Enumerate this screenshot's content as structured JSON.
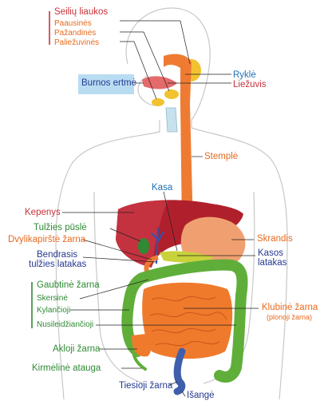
{
  "labels": {
    "seiliu_liaukos": "Seilių liaukos",
    "paausines": "Paausinės",
    "pazandines": "Pažandinės",
    "paliezuvines": "Paliežuvinės",
    "burnos_ertme": "Burnos ertmė",
    "rykle": "Ryklė",
    "liezuvis": "Liežuvis",
    "stemple": "Stemplė",
    "kasa": "Kasa",
    "kepenys": "Kepenys",
    "skrandis": "Skrandis",
    "tulzies_puslė": "Tulžies pūslė",
    "dvylikapirste": "Dvylikapirštė žarna",
    "bendrasis_1": "Bendrasis",
    "bendrasis_2": "tulžies latakas",
    "kasos_1": "Kasos",
    "kasos_2": "latakas",
    "gaubtine": "Gaubtinė žarna",
    "skersine": "Skersinė",
    "kylancioji": "Kylančioji",
    "nusileidzianti": "Nusileidžiančioji",
    "klubine": "Klubinė žarna",
    "plonoji": "(plonoji žarna)",
    "akloji": "Akloji žarna",
    "kirmeline": "Kirmėlinė atauga",
    "tiesioji": "Tiesioji žarna",
    "isange": "Išangė"
  },
  "colors": {
    "red": "#c8323a",
    "orange": "#e86a1e",
    "blue": "#1f6fb3",
    "navy": "#25398f",
    "green": "#2f8a34",
    "liver": "#b0202c",
    "intestine": "#f07a2c",
    "colon": "#5fae3a",
    "mouth_highlight": "#b9dcf3"
  }
}
